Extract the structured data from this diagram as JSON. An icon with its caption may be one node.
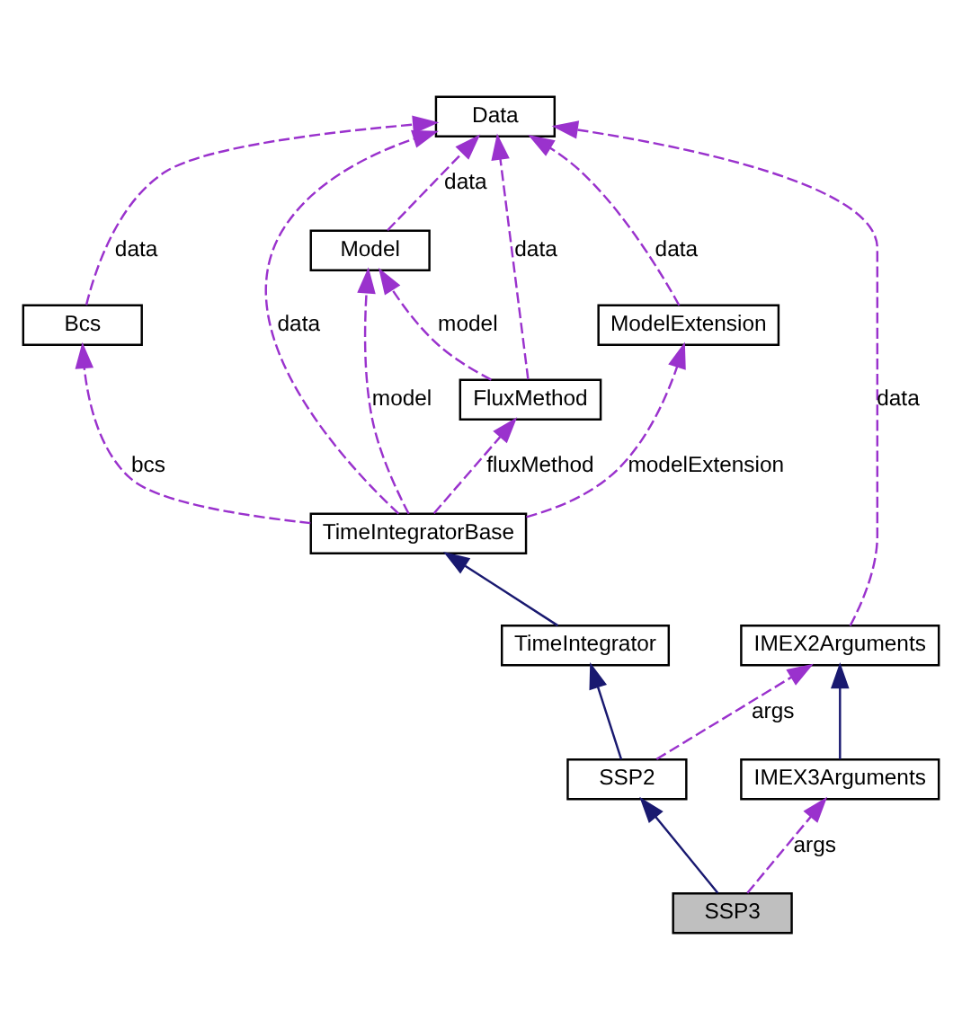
{
  "diagram": {
    "nodes": [
      {
        "text": [
          "Data"
        ]
      },
      {
        "text": [
          "Model"
        ]
      },
      {
        "text": [
          "ModelExtension"
        ]
      },
      {
        "text": [
          "Bcs"
        ]
      },
      {
        "text": [
          "FluxMethod"
        ]
      },
      {
        "text": [
          "TimeIntegratorBase"
        ]
      },
      {
        "text": [
          "TimeIntegrator"
        ]
      },
      {
        "text": [
          "IMEX2Arguments"
        ]
      },
      {
        "text": [
          "SSP2"
        ]
      },
      {
        "text": [
          "IMEX3Arguments"
        ]
      },
      {
        "text": [
          "SSP3"
        ]
      }
    ],
    "edges": [
      {
        "from": 1,
        "to": 0,
        "arrow": "to",
        "label": "data",
        "style": "dashed"
      },
      {
        "from": 2,
        "to": 0,
        "arrow": "to",
        "label": "data",
        "style": "dashed"
      },
      {
        "from": 4,
        "to": 0,
        "arrow": "to",
        "label": "data",
        "style": "dashed"
      },
      {
        "from": 3,
        "to": 0,
        "arrow": "to",
        "label": "data",
        "style": "dashed"
      },
      {
        "from": 5,
        "to": 0,
        "arrow": "to",
        "label": "data",
        "style": "dashed"
      },
      {
        "from": 7,
        "to": 0,
        "arrow": "to",
        "label": "data",
        "style": "dashed"
      },
      {
        "from": 4,
        "to": 1,
        "arrow": "to",
        "label": "model",
        "style": "dashed"
      },
      {
        "from": 5,
        "to": 2,
        "arrow": "to",
        "label": "modelExtension",
        "style": "dashed"
      },
      {
        "from": 5,
        "to": 4,
        "arrow": "to",
        "label": "fluxMethod",
        "style": "dashed"
      },
      {
        "from": 5,
        "to": 1,
        "arrow": "to",
        "label": "model",
        "style": "dashed"
      },
      {
        "from": 5,
        "to": 3,
        "arrow": "to",
        "label": "bcs",
        "style": "dashed"
      },
      {
        "from": 6,
        "to": 5,
        "arrow": "to",
        "color": "#191970"
      },
      {
        "from": 8,
        "to": 6,
        "arrow": "to",
        "color": "#191970"
      },
      {
        "from": 8,
        "to": 7,
        "arrow": "to",
        "label": "args",
        "style": "dashed"
      },
      {
        "from": 9,
        "to": 7,
        "arrow": "to",
        "color": "#191970"
      },
      {
        "from": 10,
        "to": 8,
        "arrow": "to",
        "color": "#191970"
      },
      {
        "from": 10,
        "to": 9,
        "arrow": "to",
        "label": "args",
        "style": "dashed"
      }
    ]
  }
}
